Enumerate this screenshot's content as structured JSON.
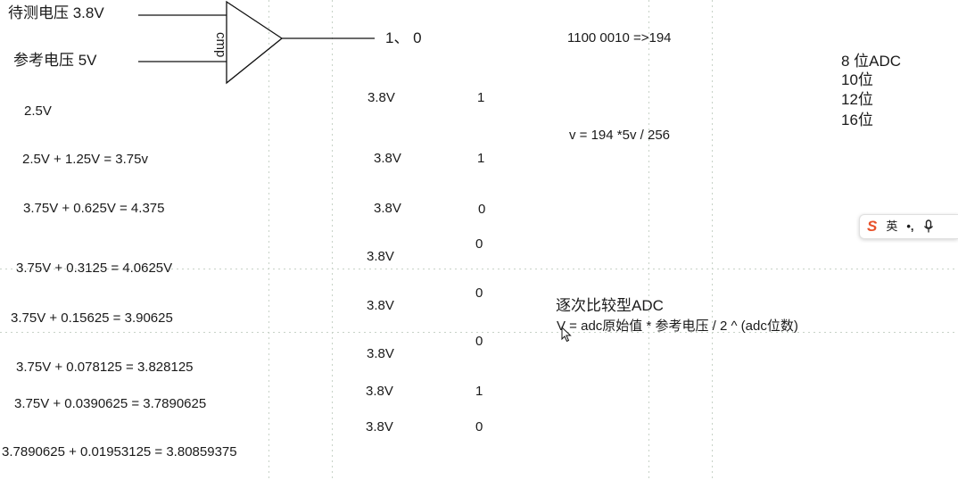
{
  "comparator": {
    "input_top": "待测电压 3.8V",
    "input_bottom": "参考电压 5V",
    "label": "cmp",
    "output": "1、 0"
  },
  "binary_result": "1100 0010  =>194",
  "formula_calc": "v = 194 *5v / 256",
  "resolutions": [
    "8 位ADC",
    "10位",
    "12位",
    "16位"
  ],
  "steps": [
    {
      "expr": "2.5V",
      "input": "3.8V",
      "bit": "1"
    },
    {
      "expr": "2.5V + 1.25V = 3.75v",
      "input": "3.8V",
      "bit": "1"
    },
    {
      "expr": "3.75V + 0.625V = 4.375",
      "input": "3.8V",
      "bit": "0"
    },
    {
      "expr": "3.75V + 0.3125 = 4.0625V",
      "input": "3.8V",
      "bit": "0"
    },
    {
      "expr": "3.75V + 0.15625 = 3.90625",
      "input": "3.8V",
      "bit": "0"
    },
    {
      "expr": "3.75V + 0.078125 = 3.828125",
      "input": "3.8V",
      "bit": "0"
    },
    {
      "expr": "3.75V + 0.0390625 = 3.7890625",
      "input": "3.8V",
      "bit": "1"
    },
    {
      "expr": "3.7890625 + 0.01953125 = 3.80859375",
      "input": "3.8V",
      "bit": "0"
    }
  ],
  "sar": {
    "title": "逐次比较型ADC",
    "formula": "V = adc原始值 * 参考电压 / 2 ^ (adc位数)"
  },
  "ime_toolbar": {
    "logo": "S",
    "lang": "英",
    "punct": "•,",
    "logo_color": "#e8512a"
  }
}
